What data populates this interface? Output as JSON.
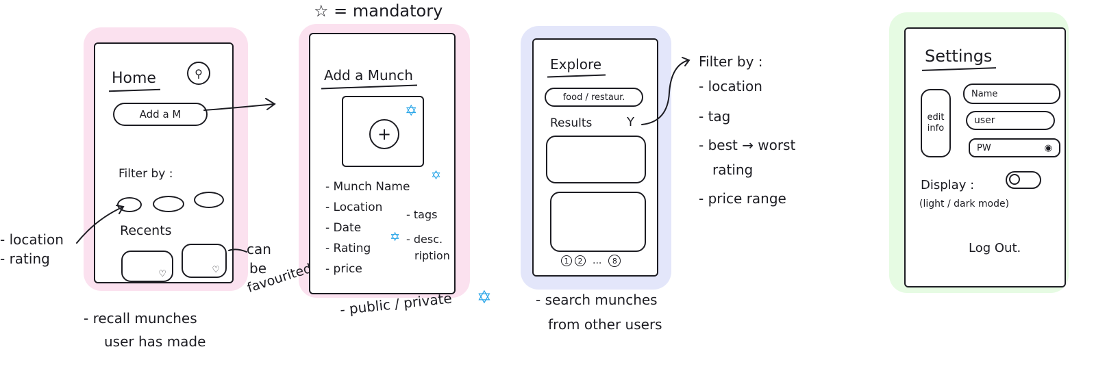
{
  "legend": {
    "symbol": "☆",
    "label": "= mandatory"
  },
  "colors": {
    "home_highlight": "#fbe1ef",
    "add_highlight": "#fbe1ef",
    "explore_highlight": "#e3e6fa",
    "settings_highlight": "#e6fbe3",
    "star": "#2aa6e8",
    "ink": "#1c1c22"
  },
  "home": {
    "title": "Home",
    "search_icon": "search-icon",
    "add_button": "Add a M",
    "filter_label": "Filter by :",
    "recents_label": "Recents",
    "side_notes": [
      "- location",
      "- rating"
    ],
    "favourite_note": [
      "can",
      "be",
      "favourited"
    ],
    "description": [
      "- recall munches",
      "user has made"
    ]
  },
  "add_munch": {
    "title": "Add a Munch",
    "fields_left": [
      "- Munch Name",
      "- Location",
      "- Date",
      "- Rating",
      "- price"
    ],
    "fields_right": [
      "- tags",
      "- desc.",
      "ription"
    ],
    "below_note": "- public / private"
  },
  "explore": {
    "title": "Explore",
    "search_pill": "food / restaur.",
    "results_label": "Results",
    "filter_icon": "Y",
    "pagination": [
      "1",
      "2",
      "...",
      "8"
    ],
    "filter_note_title": "Filter by :",
    "filter_note_items": [
      "- location",
      "- tag",
      "- best → worst",
      "rating",
      "- price range"
    ],
    "description": [
      "- search munches",
      "from other users"
    ]
  },
  "settings": {
    "title": "Settings",
    "edit_info": [
      "edit",
      "info"
    ],
    "fields": [
      "Name",
      "user",
      "PW"
    ],
    "display_label": "Display :",
    "display_sub": "(light / dark mode)",
    "logout": "Log Out."
  }
}
